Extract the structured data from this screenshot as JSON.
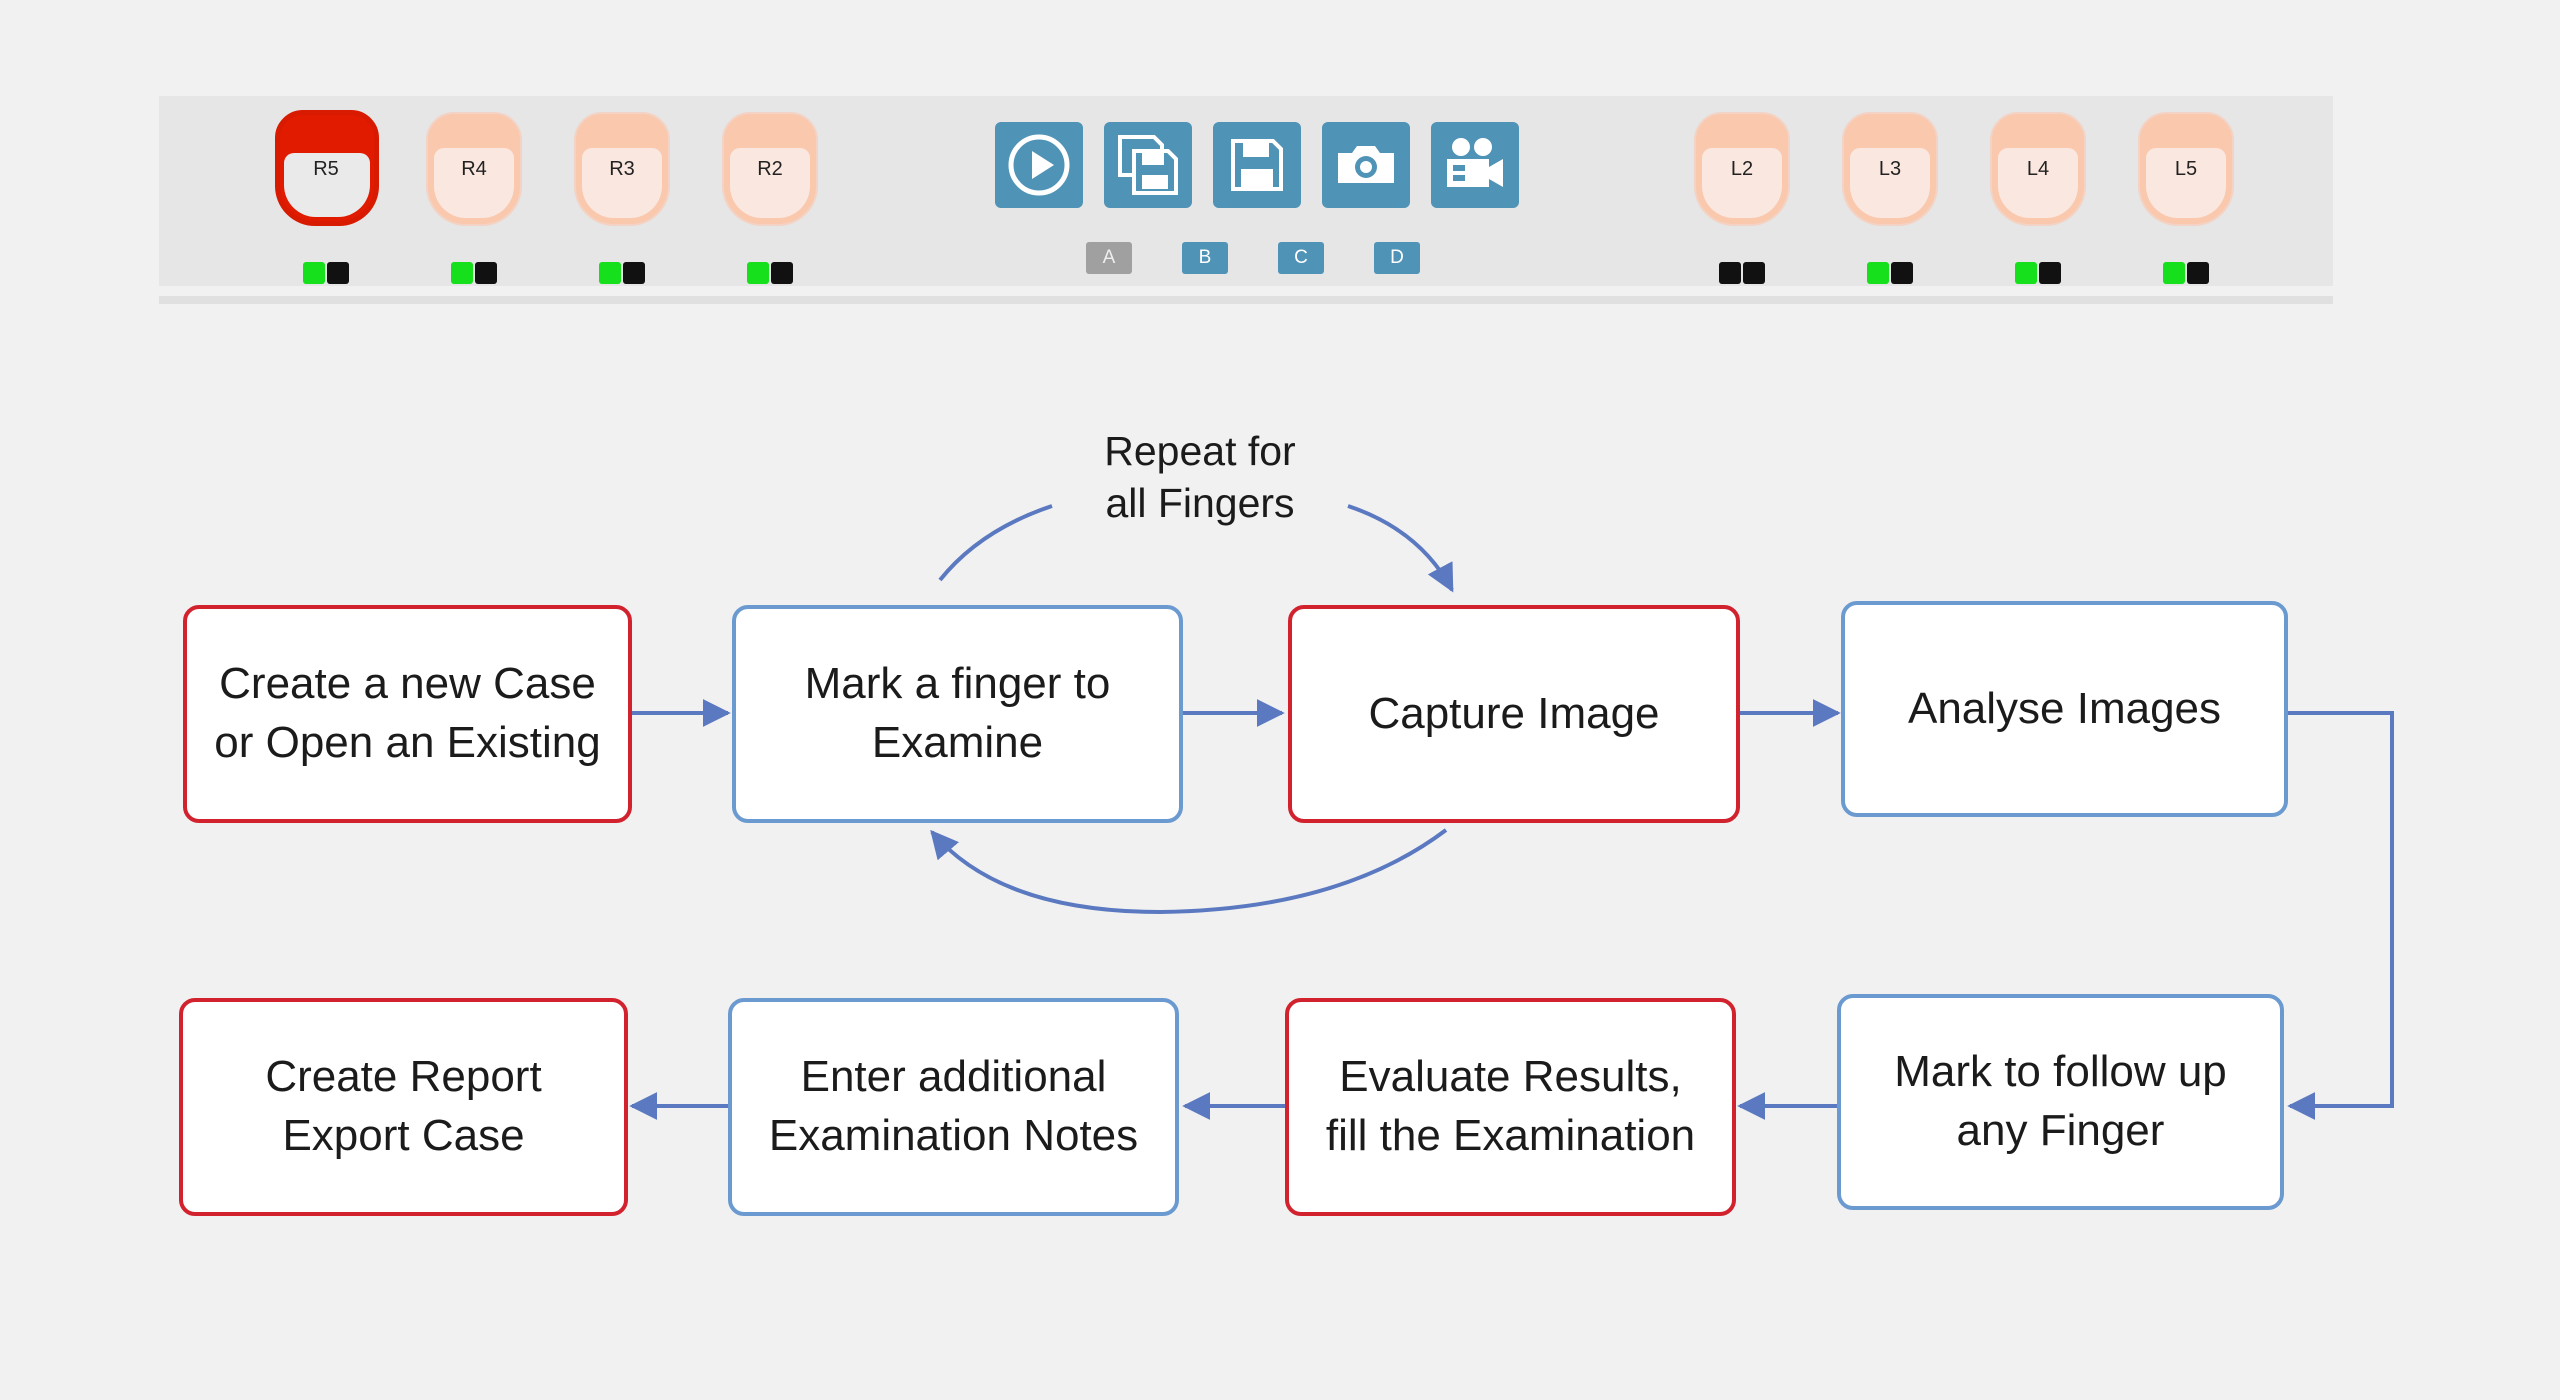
{
  "toolbar": {
    "right_fingers": [
      {
        "label": "R5",
        "selected": true,
        "status": [
          "green",
          "black"
        ]
      },
      {
        "label": "R4",
        "selected": false,
        "status": [
          "green",
          "black"
        ]
      },
      {
        "label": "R3",
        "selected": false,
        "status": [
          "green",
          "black"
        ]
      },
      {
        "label": "R2",
        "selected": false,
        "status": [
          "green",
          "black"
        ]
      }
    ],
    "left_fingers": [
      {
        "label": "L2",
        "selected": false,
        "status": [
          "black",
          "black"
        ]
      },
      {
        "label": "L3",
        "selected": false,
        "status": [
          "green",
          "black"
        ]
      },
      {
        "label": "L4",
        "selected": false,
        "status": [
          "green",
          "black"
        ]
      },
      {
        "label": "L5",
        "selected": false,
        "status": [
          "green",
          "black"
        ]
      }
    ],
    "tools": [
      "play-icon",
      "save-all-icon",
      "save-icon",
      "camera-icon",
      "video-camera-icon"
    ],
    "modes": [
      {
        "label": "A",
        "enabled": false
      },
      {
        "label": "B",
        "enabled": true
      },
      {
        "label": "C",
        "enabled": true
      },
      {
        "label": "D",
        "enabled": true
      }
    ],
    "colors": {
      "accent": "#4f93b6",
      "selected_nail": "#e01b00",
      "status_green": "#16e01c",
      "status_black": "#111111"
    }
  },
  "flow": {
    "repeat_label": "Repeat for\nall Fingers",
    "steps": {
      "create_case": "Create a new Case\nor Open an Existing",
      "mark_finger": "Mark a finger to\nExamine",
      "capture_image": "Capture Image",
      "analyse_images": "Analyse Images",
      "mark_follow_up": "Mark to follow up\nany Finger",
      "evaluate_results": "Evaluate Results,\nfill the Examination",
      "enter_notes": "Enter additional\nExamination Notes",
      "create_report": "Create Report\nExport Case"
    },
    "colors": {
      "red_border": "#d1222e",
      "blue_border": "#6a9ad0",
      "arrow": "#5b79c0"
    }
  }
}
